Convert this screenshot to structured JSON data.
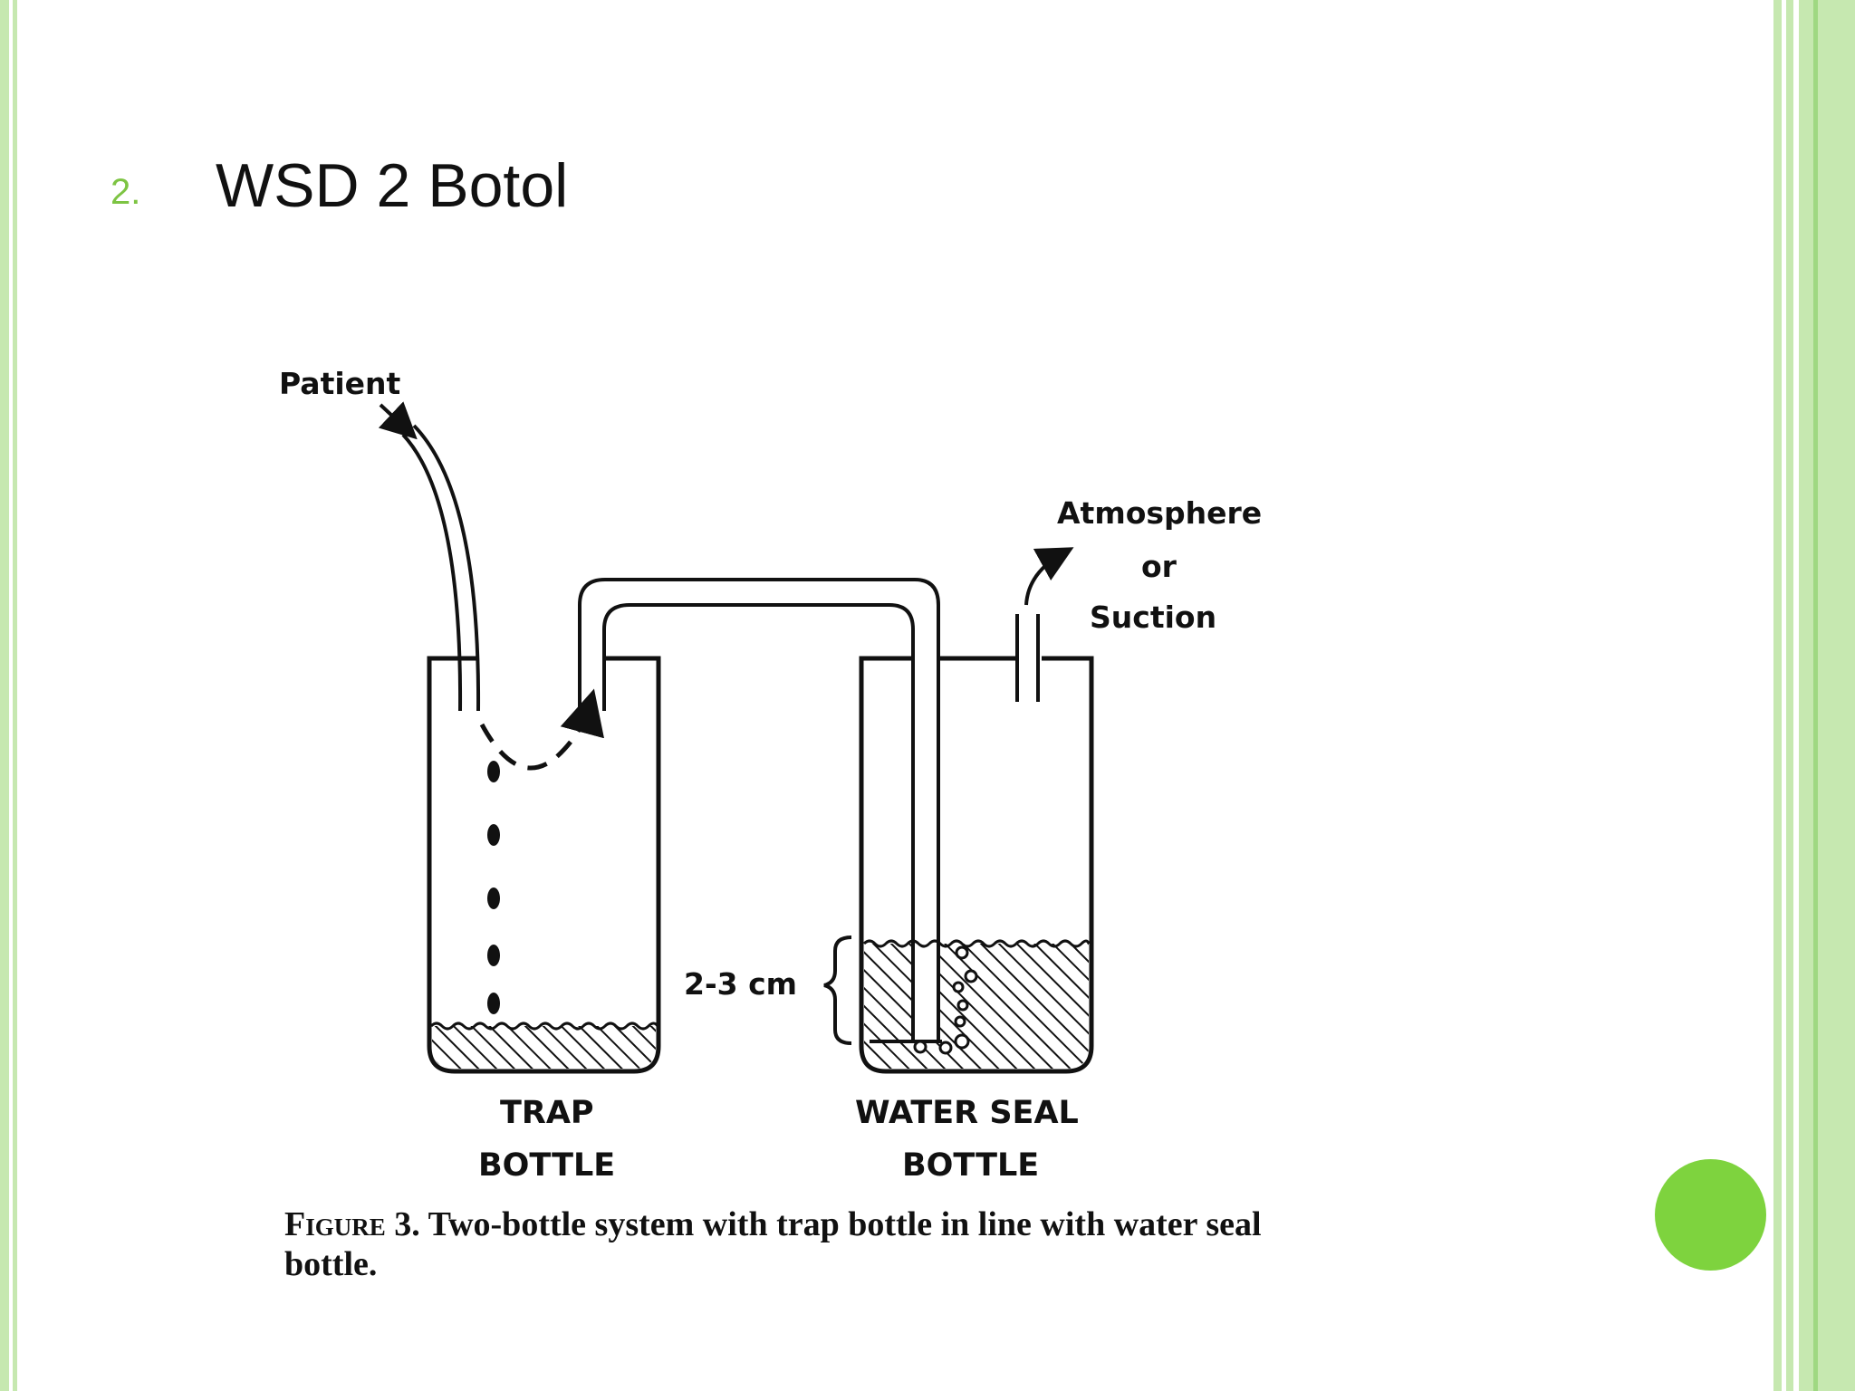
{
  "slide": {
    "number": "2.",
    "title": "WSD 2 Botol"
  },
  "diagram": {
    "labels": {
      "patient": "Patient",
      "atmosphere": "Atmosphere",
      "or": "or",
      "suction": "Suction",
      "depth": "2-3 cm",
      "trap_line1": "TRAP",
      "trap_line2": "BOTTLE",
      "seal_line1": "WATER SEAL",
      "seal_line2": "BOTTLE"
    },
    "caption": {
      "figure_label": "Figure 3.",
      "text": "Two-bottle system with trap bottle in line with water seal bottle."
    }
  },
  "colors": {
    "accent_green": "#7dc443",
    "dot_green": "#7ed33e",
    "border_green": "#c6e8b0"
  }
}
